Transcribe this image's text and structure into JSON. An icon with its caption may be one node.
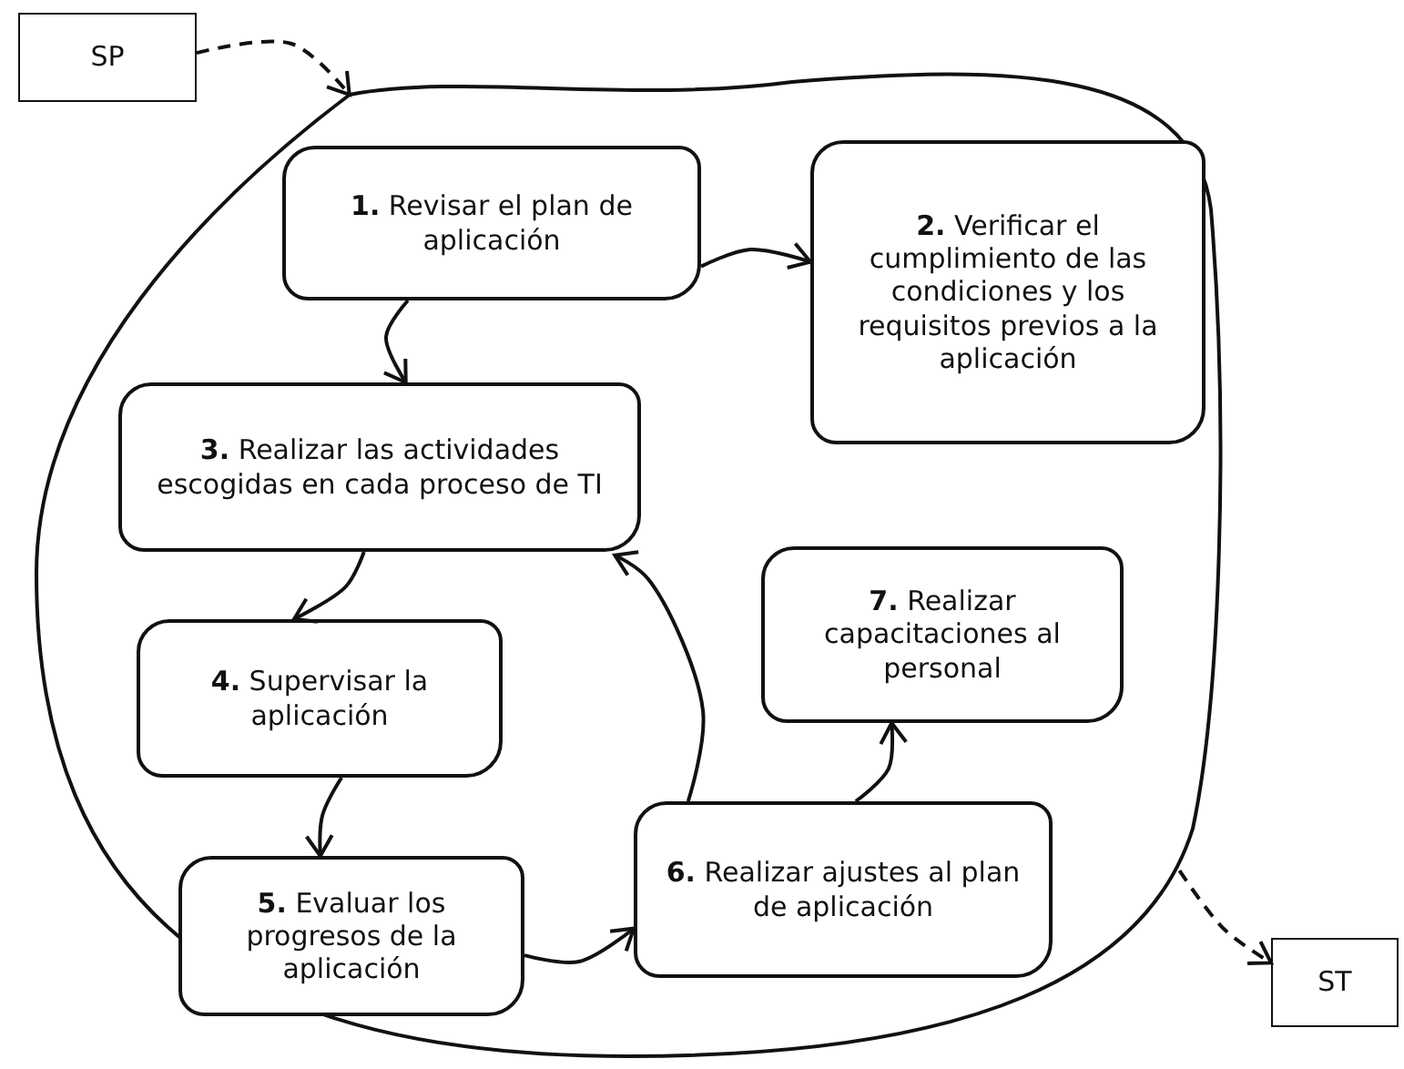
{
  "diagram": {
    "nodes": [
      {
        "text": [
          "SP"
        ]
      },
      {
        "text": [],
        "shape": "cloud"
      },
      {
        "text": [
          "**1.** Revisar el plan de aplicación"
        ],
        "in": 1
      },
      {
        "text": [
          "**2.** Verificar el cumplimiento de las condiciones y los requisitos previos a la aplicación"
        ],
        "in": 1
      },
      {
        "text": [
          "**3.** Realizar las actividades escogidas en cada proceso de TI"
        ],
        "in": 1
      },
      {
        "text": [
          "**4.** Supervisar la aplicación"
        ],
        "in": 1
      },
      {
        "text": [
          "**5.** Evaluar los progresos de la aplicación"
        ],
        "in": 1
      },
      {
        "text": [
          "**6.** Realizar ajustes al plan de aplicación"
        ],
        "in": 1
      },
      {
        "text": [
          "**7.** Realizar capacitaciones al personal"
        ],
        "in": 1
      },
      {
        "text": [
          "ST"
        ]
      }
    ],
    "edges": [
      {
        "from": 0,
        "to": 1,
        "arrow": "to",
        "style": "dashed"
      },
      {
        "from": 2,
        "to": 3,
        "arrow": "to"
      },
      {
        "from": 2,
        "to": 4,
        "arrow": "to"
      },
      {
        "from": 4,
        "to": 5,
        "arrow": "to"
      },
      {
        "from": 5,
        "to": 6,
        "arrow": "to"
      },
      {
        "from": 6,
        "to": 7,
        "arrow": "to"
      },
      {
        "from": 7,
        "to": 4,
        "arrow": "to"
      },
      {
        "from": 7,
        "to": 8,
        "arrow": "to"
      },
      {
        "from": 1,
        "to": 9,
        "arrow": "to",
        "style": "dashed"
      }
    ]
  }
}
